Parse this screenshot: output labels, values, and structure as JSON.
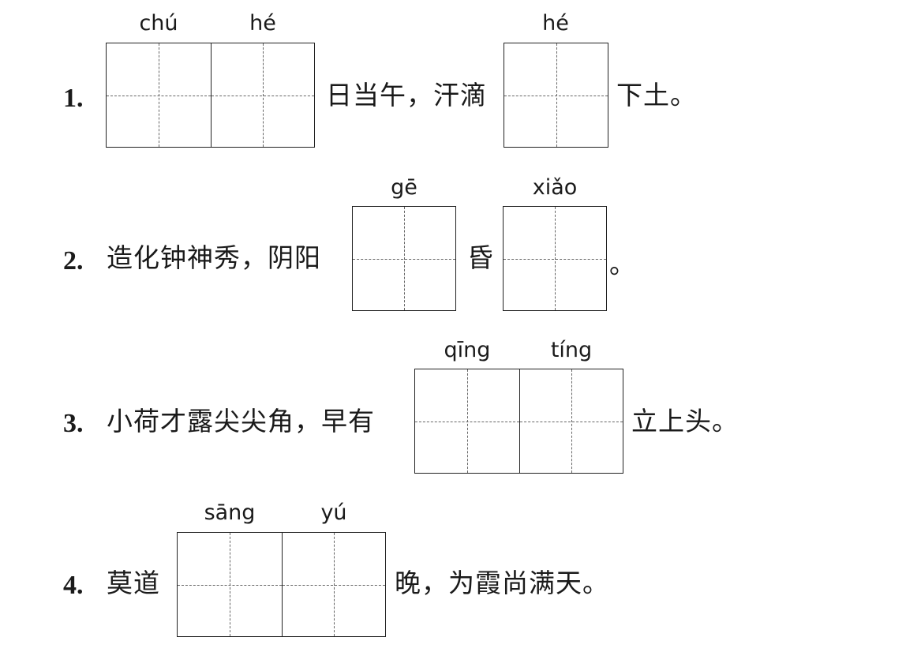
{
  "items": [
    {
      "number": "1.",
      "text_before": "",
      "blank1_pinyin": [
        "chú",
        "hé"
      ],
      "text_middle": "日当午，汗滴",
      "blank2_pinyin": [
        "hé"
      ],
      "text_after": "下土。"
    },
    {
      "number": "2.",
      "text_before": "造化钟神秀，阴阳",
      "blank1_pinyin": [
        "gē"
      ],
      "text_middle": "昏",
      "blank2_pinyin": [
        "xiǎo"
      ],
      "text_after": "。"
    },
    {
      "number": "3.",
      "text_before": "小荷才露尖尖角，早有",
      "blank1_pinyin": [
        "qīng",
        "tíng"
      ],
      "text_after": "立上头。"
    },
    {
      "number": "4.",
      "text_before": "莫道",
      "blank1_pinyin": [
        "sāng",
        "yú"
      ],
      "text_after": "晚，为霞尚满天。"
    }
  ]
}
